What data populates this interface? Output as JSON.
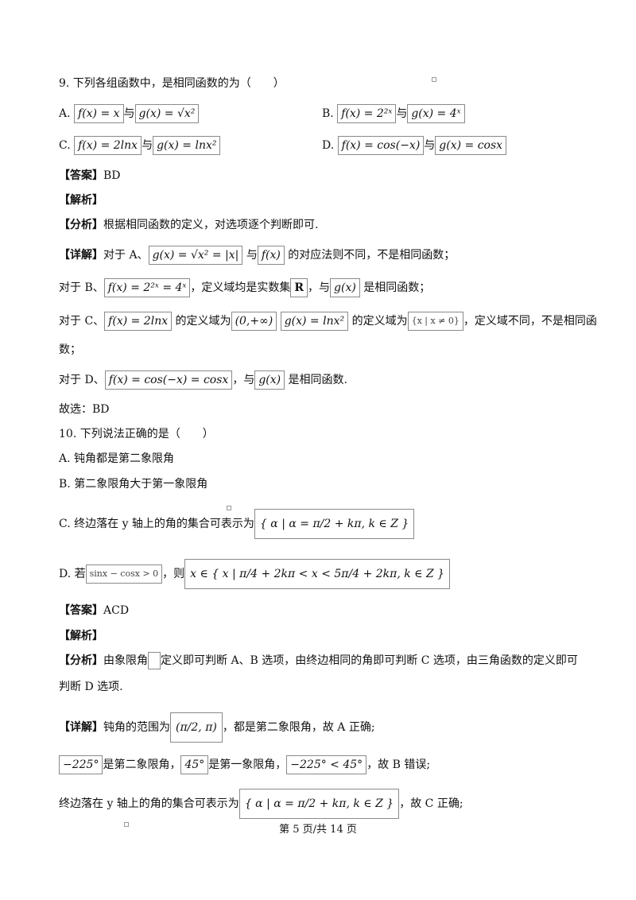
{
  "q9": {
    "stem": "9. 下列各组函数中，是相同函数的为（　　）",
    "optA_label": "A.",
    "optA_f": "f(x) = x",
    "optA_and": "与",
    "optA_g": "g(x) = √x²",
    "optB_label": "B.",
    "optB_f": "f(x) = 2²ˣ",
    "optB_and": "与",
    "optB_g": "g(x) = 4ˣ",
    "optC_label": "C.",
    "optC_f": "f(x) = 2lnx",
    "optC_and": "与",
    "optC_g": "g(x) = lnx²",
    "optD_label": "D.",
    "optD_f": "f(x) = cos(−x)",
    "optD_and": "与",
    "optD_g": "g(x) = cosx",
    "answer_tag": "【答案】",
    "answer": "BD",
    "analysis_tag": "【解析】",
    "fenxi_tag": "【分析】",
    "fenxi": "根据相同函数的定义，对选项逐个判断即可.",
    "detail_tag": "【详解】",
    "dA_pre": "对于 A、",
    "dA_m1": "g(x) = √x² = |x|",
    "dA_mid": " 与",
    "dA_m2": "f(x)",
    "dA_post": " 的对应法则不同，不是相同函数；",
    "dB_pre": "对于 B、",
    "dB_m1": "f(x) = 2²ˣ = 4ˣ",
    "dB_mid": "，定义域均是实数集",
    "dB_m2": "R",
    "dB_mid2": "，与",
    "dB_m3": "g(x)",
    "dB_post": " 是相同函数；",
    "dC_pre": "对于 C、",
    "dC_m1": "f(x) = 2lnx",
    "dC_mid": " 的定义域为",
    "dC_m2": "(0,+∞)",
    "dC_m3": "g(x) = lnx²",
    "dC_mid2": " 的定义域为",
    "dC_m4": "{x | x ≠ 0}",
    "dC_post": "，定义域不同，不是相同函",
    "dC_cont": "数；",
    "dD_pre": "对于 D、",
    "dD_m1": "f(x) = cos(−x) = cosx",
    "dD_mid": "，与",
    "dD_m2": "g(x)",
    "dD_post": " 是相同函数.",
    "choose": "故选：BD"
  },
  "q10": {
    "stem": "10. 下列说法正确的是（　　）",
    "optA": "A. 钝角都是第二象限角",
    "optB": "B. 第二象限角大于第一象限角",
    "optC_pre": "C. 终边落在 y 轴上的角的集合可表示为",
    "optC_m": "{ α | α = π/2 + kπ, k ∈ Z }",
    "optD_pre": "D. 若",
    "optD_m1": "sinx − cosx > 0",
    "optD_mid": "，则",
    "optD_m2": "x ∈ { x | π/4 + 2kπ < x < 5π/4 + 2kπ, k ∈ Z }",
    "answer_tag": "【答案】",
    "answer": "ACD",
    "analysis_tag": "【解析】",
    "fenxi_tag": "【分析】",
    "fenxi_pre": "由象限角",
    "fenxi_post": "定义即可判断 A、B 选项，由终边相同的角即可判断 C 选项，由三角函数的定义即可",
    "fenxi_cont": "判断 D 选项.",
    "detail_tag": "【详解】",
    "d1_pre": "钝角的范围为",
    "d1_m": "(π/2, π)",
    "d1_post": "，都是第二象限角，故 A 正确;",
    "d2_m1": "−225°",
    "d2_t1": "是第二象限角，",
    "d2_m2": "45°",
    "d2_t2": "是第一象限角，",
    "d2_m3": "−225° < 45°",
    "d2_post": "，故 B 错误;",
    "d3_pre": "终边落在 y 轴上的角的集合可表示为",
    "d3_m": "{ α | α = π/2 + kπ, k ∈ Z }",
    "d3_post": "，故 C 正确;"
  },
  "footer": "第 5 页/共 14 页"
}
